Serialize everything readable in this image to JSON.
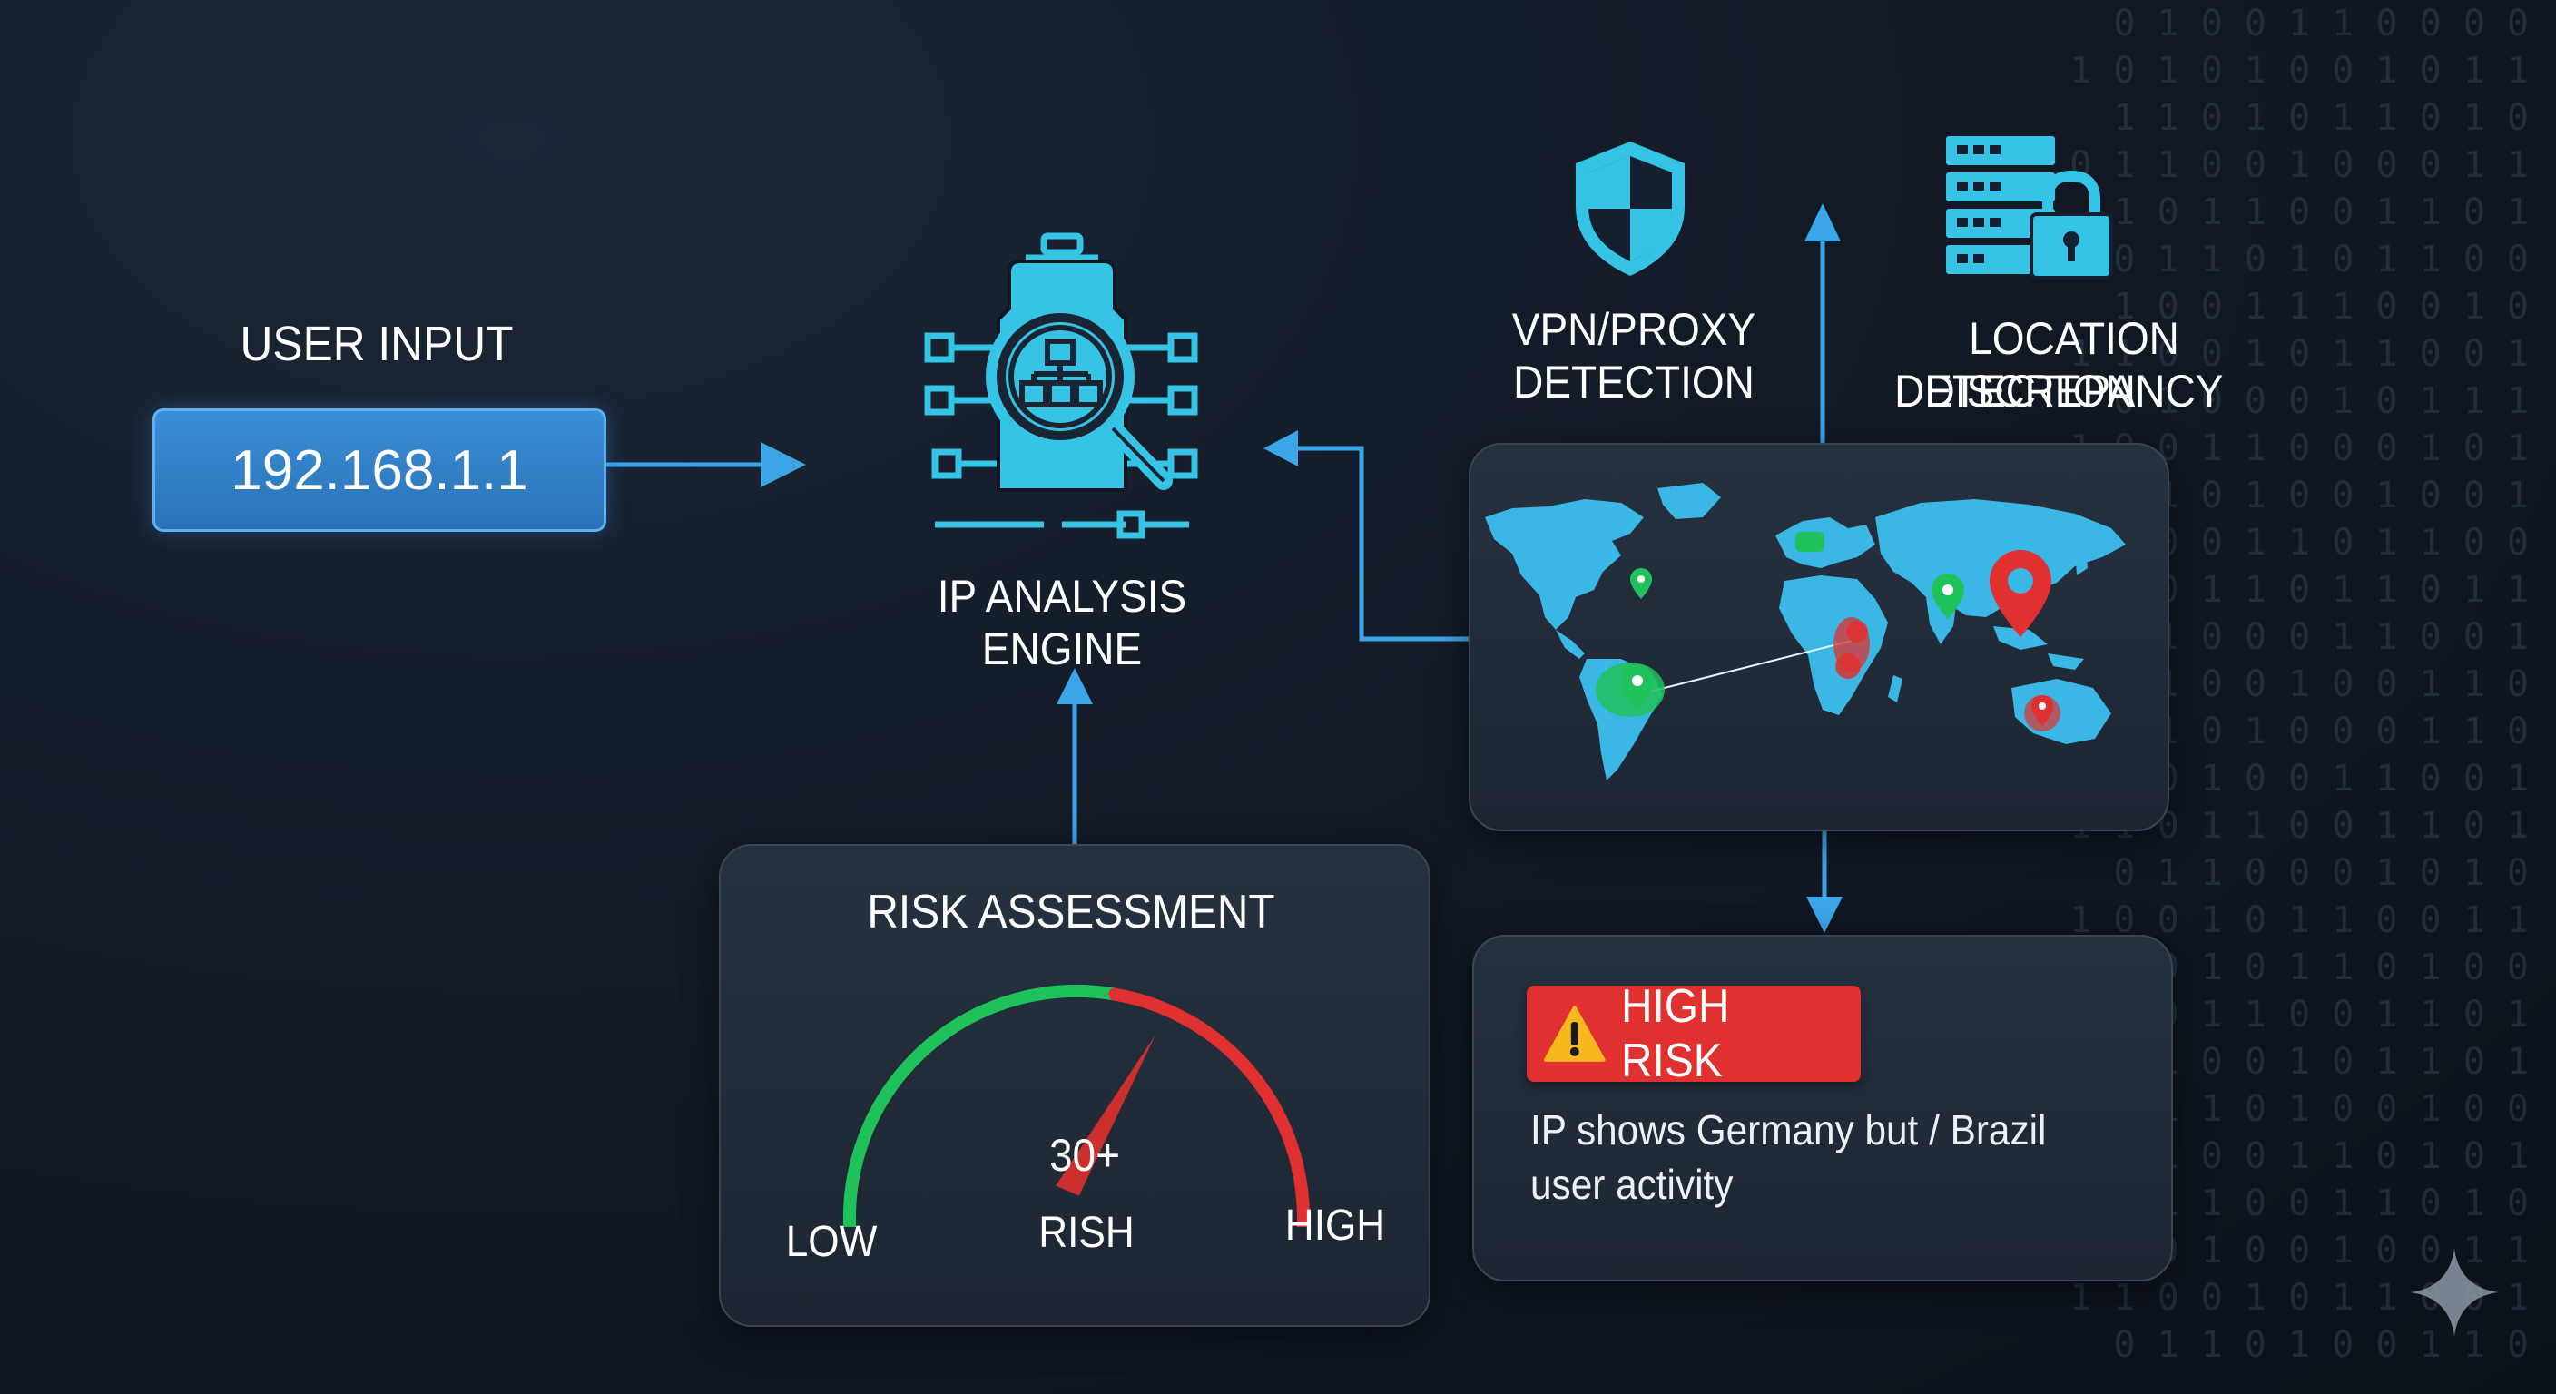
{
  "input": {
    "title": "USER INPUT",
    "ip_value": "192.168.1.1"
  },
  "engine": {
    "title": "IP ANALYSIS ENGINE",
    "icon": "magnifier-network-icon"
  },
  "vpn": {
    "title_line1": "VPN/PROXY",
    "title_line2": "DETECTION",
    "icon": "shield-icon"
  },
  "location": {
    "title_line1": "LOCATION DISCREPANCY",
    "title_line2": "DETECTION",
    "icon": "server-lock-icon"
  },
  "map": {
    "icon": "world-map-icon"
  },
  "risk": {
    "title": "RISK ASSESSMENT",
    "gauge_value_label": "30+",
    "low_label": "LOW",
    "mid_label": "RISH",
    "high_label": "HIGH",
    "needle_fraction": 0.62
  },
  "alert": {
    "badge_label": "HIGH RISK",
    "message": "IP shows Germany but / Brazil user activity"
  },
  "colors": {
    "accent_blue": "#3aa6e8",
    "icon_cyan": "#35c3e6",
    "danger_red": "#e0302f",
    "safe_green": "#1fc25a"
  }
}
